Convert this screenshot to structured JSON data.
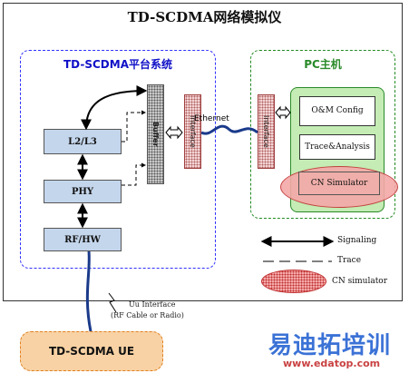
{
  "title": "TD-SCDMA网络模拟仪",
  "platform": {
    "title": "TD-SCDMA平台系统",
    "blocks": {
      "l2l3": "L2/L3",
      "phy": "PHY",
      "rfhw": "RF/HW"
    },
    "buffer": "Buffer",
    "interface": "Interface"
  },
  "link": "Ethernet",
  "pc": {
    "title": "PC主机",
    "interface": "Interface",
    "om": "O&M Config",
    "trace": "Trace&Analysis",
    "cn": "CN Simulator"
  },
  "legend": {
    "signaling": "Signaling",
    "trace": "Trace",
    "cn": "CN simulator"
  },
  "uu": {
    "line1": "Uu Interface",
    "line2": "(RF Cable or Radio)"
  },
  "ue": "TD-SCDMA  UE",
  "watermark": {
    "cn": "易迪拓培训",
    "url": "www.edatop.com"
  },
  "colors": {
    "platform": "#3030ff",
    "pc": "#228a22",
    "block": "#c4d6ec",
    "ue": "#f8d2a4",
    "cn": "#f4a8a8"
  }
}
